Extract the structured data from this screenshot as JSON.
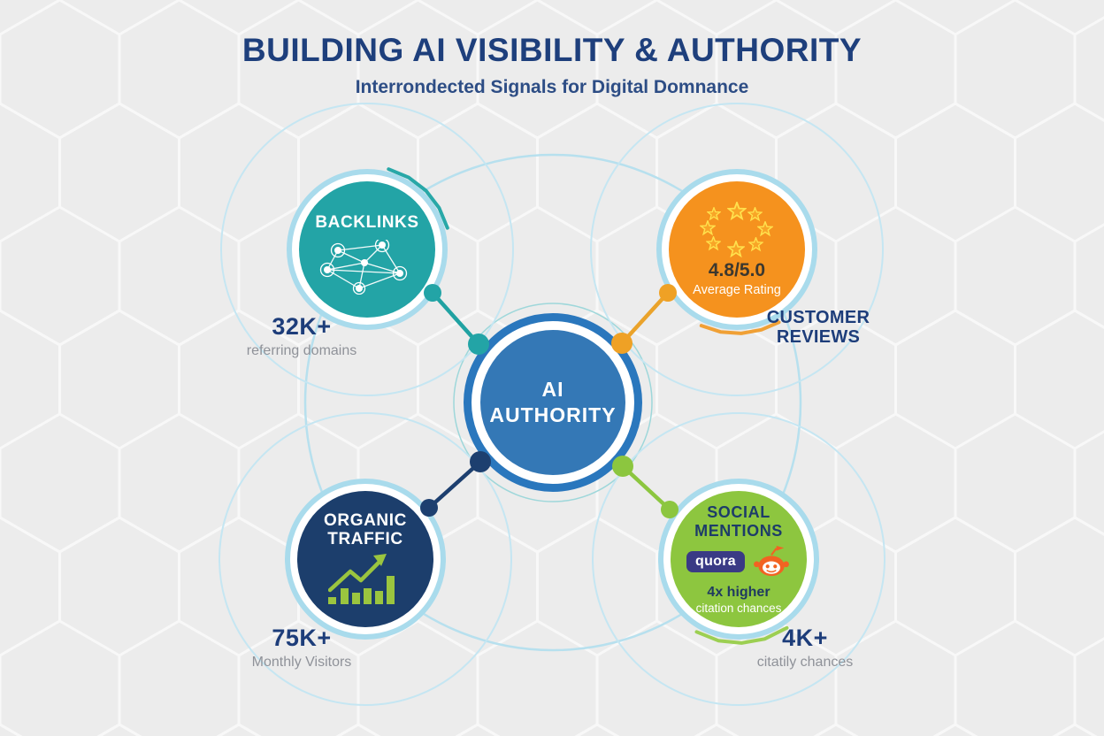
{
  "header": {
    "title": "BUILDING AI VISIBILITY & AUTHORITY",
    "subtitle": "Interrondected Signals for Digital Domnance"
  },
  "center": {
    "line1": "AI",
    "line2": "AUTHORITY"
  },
  "backlinks": {
    "label": "BACKLINKS",
    "metric": "32K+",
    "caption": "referring domains"
  },
  "reviews": {
    "rating": "4.8/5.0",
    "rating_caption": "Average Rating",
    "label1": "CUSTOMER",
    "label2": "REVIEWS"
  },
  "organic": {
    "label1": "ORGANIC",
    "label2": "TRAFFIC",
    "metric": "75K+",
    "caption": "Monthly Visitors"
  },
  "social": {
    "label1": "SOCIAL",
    "label2": "MENTIONS",
    "quora_label": "quora",
    "stat": "4x higher",
    "stat_caption": "citation chances",
    "metric": "4K+",
    "caption": "citatily chances"
  },
  "icons": {
    "backlinks": "network-graph-icon",
    "reviews": "star-rating-icon",
    "organic": "growth-bar-chart-icon",
    "social_reddit": "reddit-alien-icon"
  },
  "colors": {
    "background": "#ececec",
    "title_navy": "#1e3f7c",
    "teal_node": "#23a4a6",
    "orange_node": "#f5921e",
    "navy_node": "#1c3e6c",
    "green_node": "#8dc63f",
    "center_blue": "#3478b6",
    "ring_light_blue": "#a9dbec",
    "caption_gray": "#8f9299",
    "star_yellow": "#ffe14d",
    "quora_indigo": "#3a3a85",
    "reddit_orange": "#f26322"
  }
}
